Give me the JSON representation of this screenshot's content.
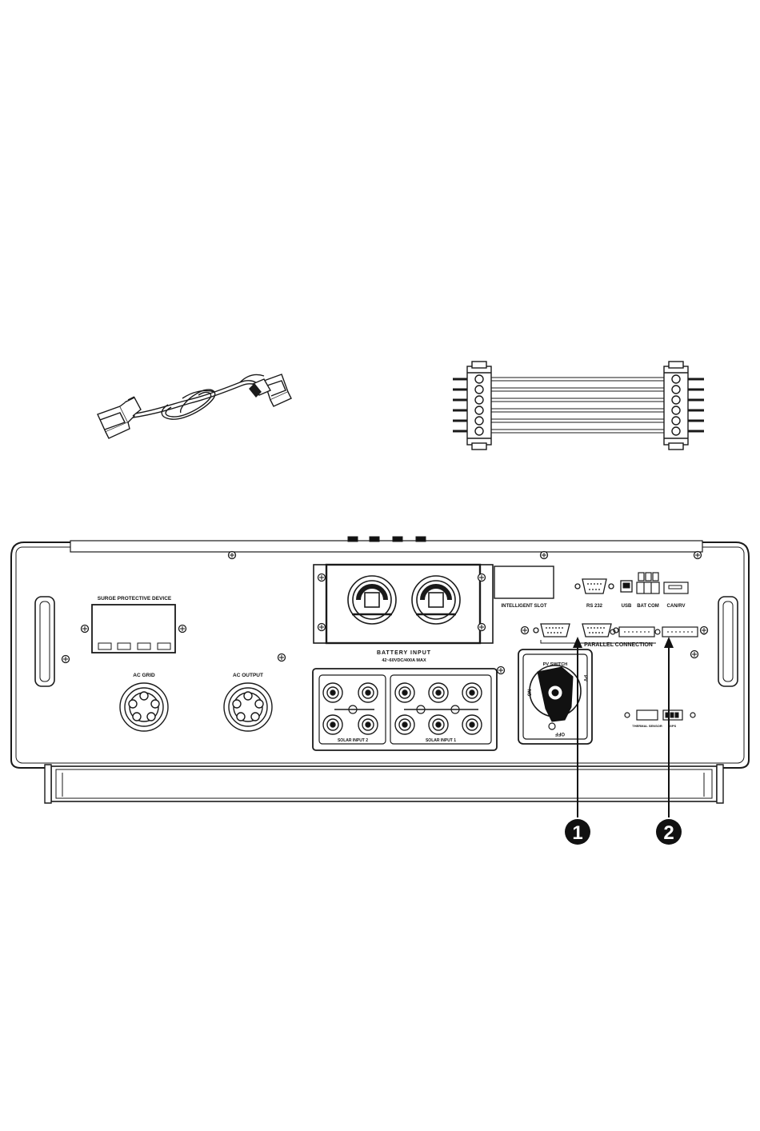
{
  "panel": {
    "surge_protective_device": "SURGE PROTECTIVE DEVICE",
    "ac_grid": "AC GRID",
    "ac_output": "AC OUTPUT",
    "battery_input": "BATTERY INPUT",
    "battery_spec": "42~60VDC/400A MAX",
    "intelligent_slot": "INTELLIGENT SLOT",
    "rs232": "RS 232",
    "usb": "USB",
    "bat_com": "BAT COM",
    "can_rv": "CAN/RV",
    "parallel_connection": "PARALLEL CONNECTION",
    "pv_switch": "PV SWITCH",
    "solar_input_2": "SOLAR INPUT 2",
    "solar_input_1": "SOLAR INPUT 1",
    "thermal_sensor": "THERMAL SENSOR",
    "gps": "GPS",
    "switch_on": "ON",
    "switch_off": "OFF",
    "switch_pole": "PV"
  },
  "callouts": [
    "1",
    "2"
  ],
  "colors": {
    "line": "#1a1a1a",
    "fill": "#111111",
    "paper": "#ffffff"
  }
}
